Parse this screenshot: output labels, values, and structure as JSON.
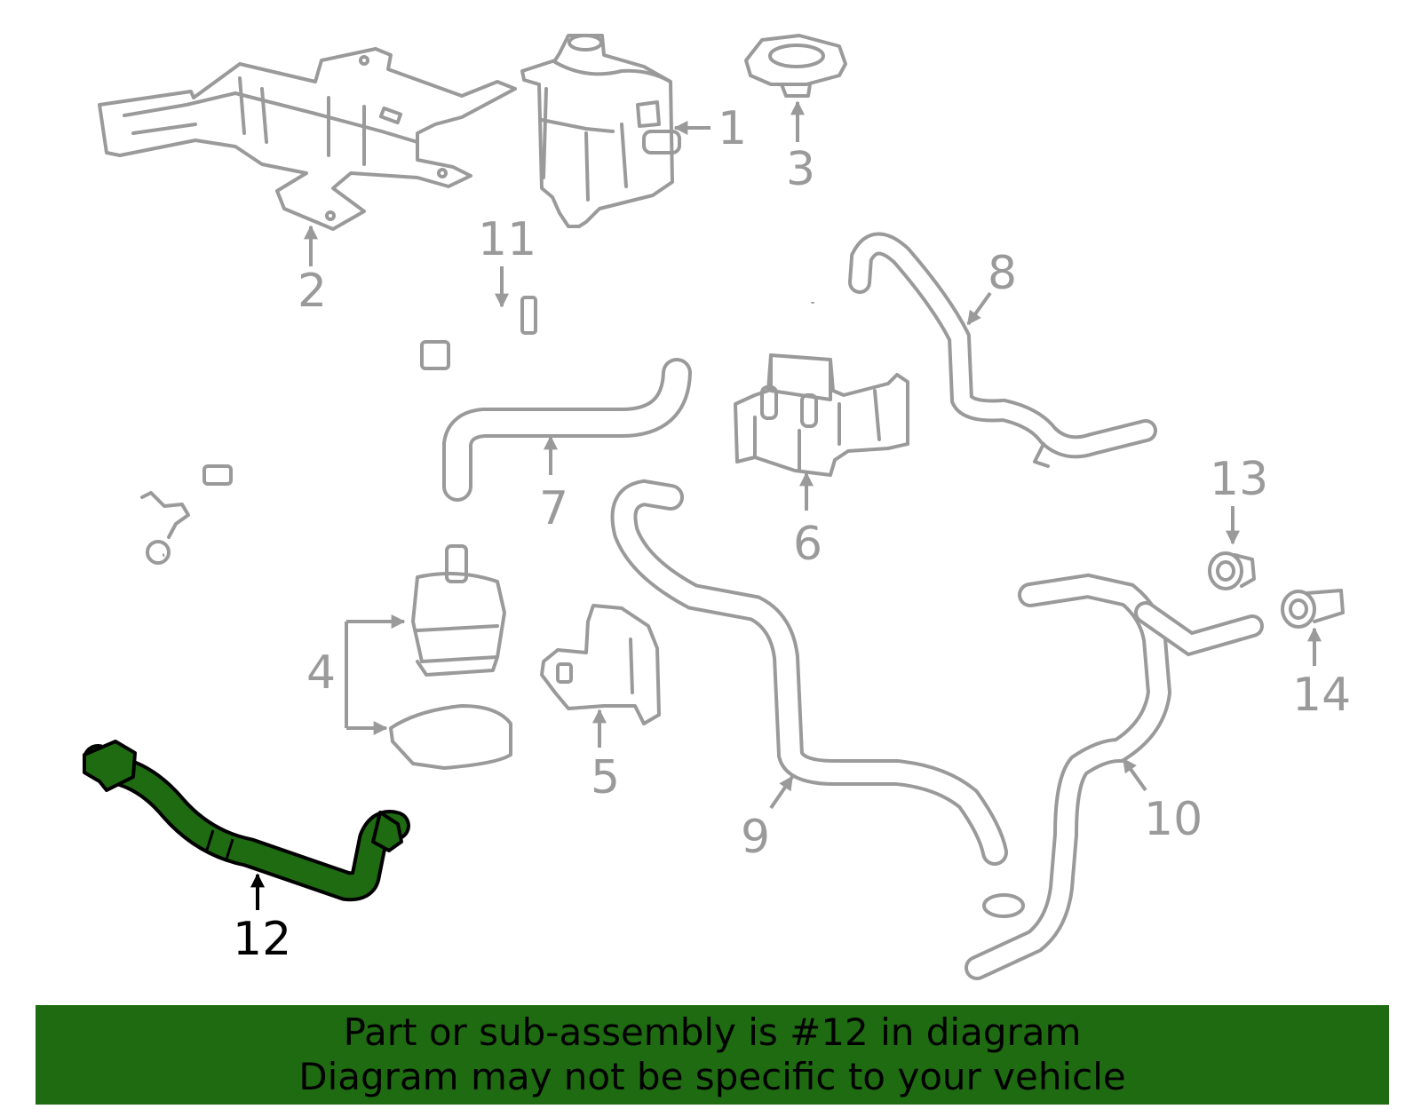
{
  "diagram": {
    "highlight_color": "#1f6b12",
    "part_color": "#9a9a9a",
    "highlighted_part": "12",
    "callouts": [
      "1",
      "2",
      "3",
      "4",
      "5",
      "6",
      "7",
      "8",
      "9",
      "10",
      "11",
      "12",
      "13",
      "14"
    ]
  },
  "banner": {
    "line1": "Part or sub-assembly is #12 in diagram",
    "line2": "Diagram may not be specific to your vehicle",
    "background": "#1f6b12"
  }
}
